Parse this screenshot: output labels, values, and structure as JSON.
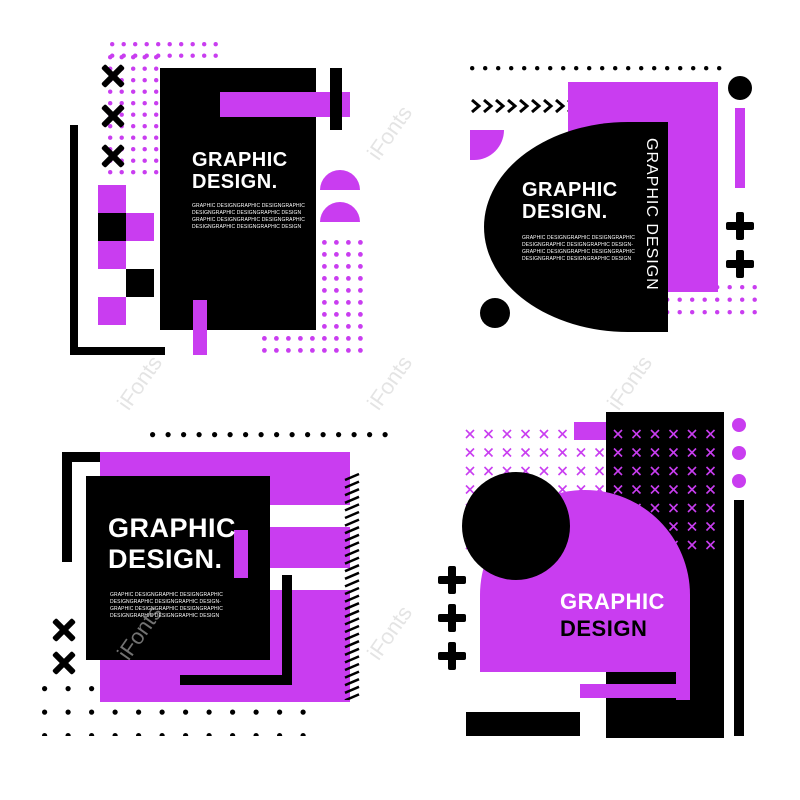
{
  "colors": {
    "accent": "#c93df0",
    "dark": "#000000",
    "background": "#ffffff"
  },
  "panels": [
    {
      "title_line1": "GRAPHIC",
      "title_line2": "DESIGN.",
      "body_lines": [
        "GRAPHIC DESIGNGRAPHIC DESIGNGRAPHIC",
        "DESIGNGRAPHIC DESIGNGRAPHIC DESIGN",
        "GRAPHIC DESIGNGRAPHIC DESIGNGRAPHIC",
        "DESIGNGRAPHIC DESIGNGRAPHIC DESIGN"
      ]
    },
    {
      "title_line1": "GRAPHIC",
      "title_line2": "DESIGN.",
      "body_lines": [
        "GRAPHIC DESIGNGRAPHIC DESIGNGRAPHIC",
        "DESIGNGRAPHIC DESIGNGRAPHIC DESIGN-",
        "GRAPHIC DESIGNGRAPHIC DESIGNGRAPHIC",
        "DESIGNGRAPHIC DESIGNGRAPHIC DESIGN"
      ],
      "vertical_text": "GRAPHIC DESIGN"
    },
    {
      "title_line1": "GRAPHIC",
      "title_line2": "DESIGN.",
      "body_lines": [
        "GRAPHIC DESIGNGRAPHIC DESIGNGRAPHIC",
        "DESIGNGRAPHIC DESIGNGRAPHIC DESIGN-",
        "GRAPHIC DESIGNGRAPHIC DESIGNGRAPHIC",
        "DESIGNGRAPHIC DESIGNGRAPHIC DESIGN"
      ]
    },
    {
      "title_line1": "GRAPHIC",
      "title_line2": "DESIGN"
    }
  ],
  "watermark": "iFonts"
}
